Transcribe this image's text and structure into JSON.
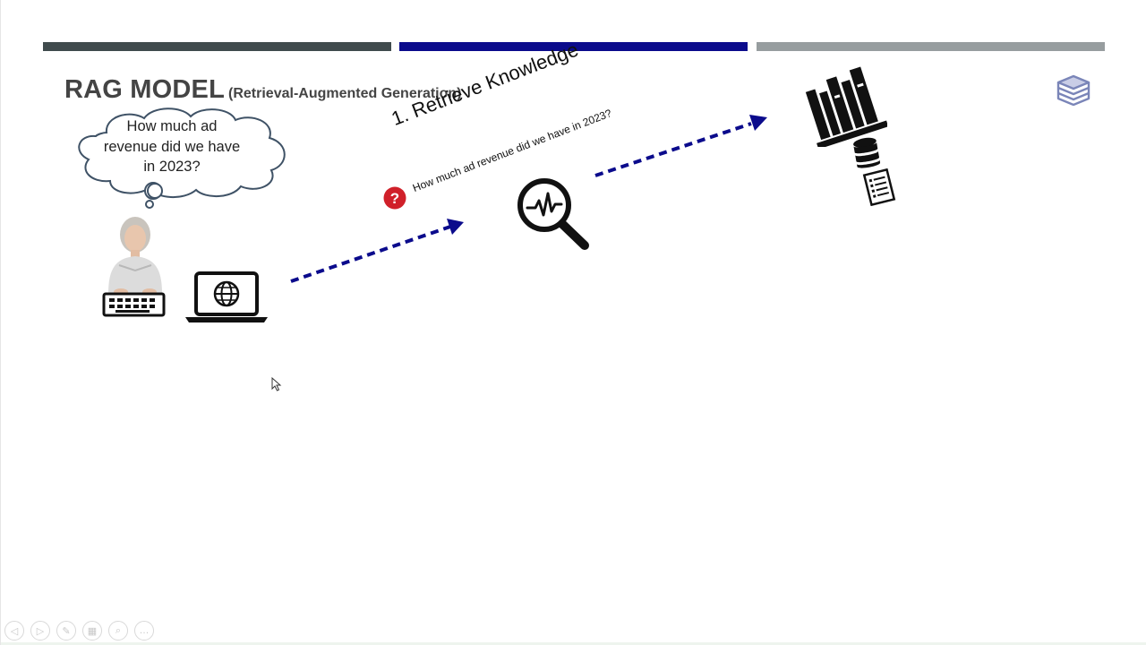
{
  "slide": {
    "title": "RAG MODEL",
    "subtitle": "(Retrieval-Augmented Generation)",
    "bars": [
      {
        "name": "bar-segment-1",
        "color": "#404b4d"
      },
      {
        "name": "bar-segment-2",
        "color": "#0b0b8c"
      },
      {
        "name": "bar-segment-3",
        "color": "#979d9f"
      }
    ]
  },
  "thought": {
    "text": "How much ad revenue did we have in 2023?"
  },
  "step": {
    "title": "1. Retrieve Knowledge",
    "query": "How much ad revenue did we have in 2023?",
    "question_icon": "question-mark-icon"
  },
  "colors": {
    "accent": "#0b0b8c",
    "question_red": "#d0202a",
    "dark": "#1a1a1a",
    "stack_icon": "#7a85b8"
  },
  "icons": [
    "person-typing-image",
    "laptop-globe-icon",
    "search-analytics-icon",
    "bookshelf-icon",
    "database-icon",
    "document-list-icon",
    "book-stack-icon"
  ],
  "player_controls": [
    {
      "name": "previous-button",
      "glyph": "◁"
    },
    {
      "name": "next-button",
      "glyph": "▷"
    },
    {
      "name": "pen-button",
      "glyph": "✎"
    },
    {
      "name": "slides-button",
      "glyph": "▦"
    },
    {
      "name": "zoom-button",
      "glyph": "⌕"
    },
    {
      "name": "more-button",
      "glyph": "…"
    }
  ]
}
